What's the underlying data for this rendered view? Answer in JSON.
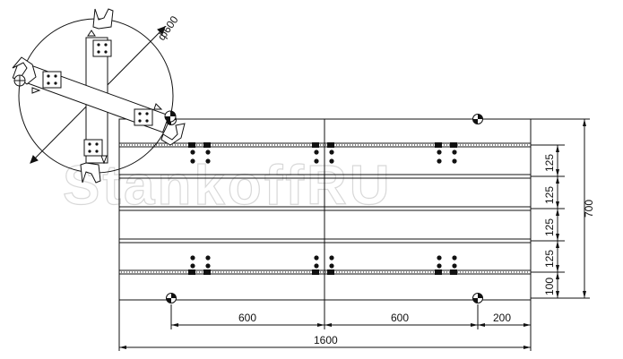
{
  "drawing": {
    "circle_label": "ф600",
    "dimensions": {
      "horizontal": [
        "600",
        "600",
        "200"
      ],
      "total_width": "1600",
      "vertical_pitches": [
        "125",
        "125",
        "125",
        "125",
        "100"
      ],
      "total_height": "700"
    },
    "watermark": "StankoffRU",
    "colors": {
      "line": "#111111",
      "background": "#ffffff",
      "watermark_stroke": "#d8d8d8"
    }
  }
}
